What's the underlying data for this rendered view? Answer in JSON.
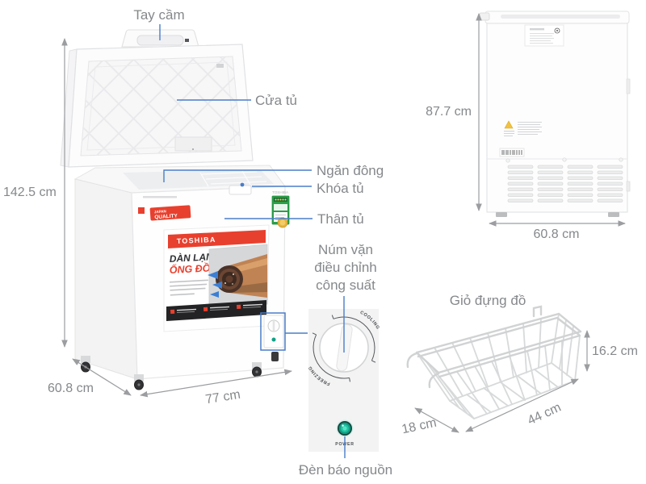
{
  "callouts": {
    "handle": "Tay cầm",
    "door": "Cửa tủ",
    "freezer_compartment": "Ngăn đông",
    "lock": "Khóa tủ",
    "cabinet_body": "Thân tủ",
    "power_knob": [
      "Núm vặn",
      "điều chỉnh",
      "công suất"
    ],
    "power_indicator": "Đèn báo nguồn",
    "basket": "Giỏ đựng đồ"
  },
  "dimensions": {
    "front": {
      "height": "142.5 cm",
      "depth": "60.8 cm",
      "width": "77 cm"
    },
    "back": {
      "height": "87.7 cm",
      "width": "60.8 cm"
    },
    "basket": {
      "height": "16.2 cm",
      "length": "44 cm",
      "depth": "18 cm"
    }
  },
  "markings": {
    "brand": "TOSHIBA",
    "brand_corner": "TOSHIBA",
    "quality_badge": [
      "JAPAN",
      "QUALITY"
    ],
    "promo_title": [
      "DÀN LẠNH",
      "ỐNG ĐỒNG"
    ],
    "dial": {
      "max": "COOLING",
      "min": "FREEZING"
    },
    "power": "POWER"
  },
  "colors": {
    "callout_line": "#4a7dc9",
    "text_gray": "#85888b",
    "dimension_gray": "#9b9da0",
    "brand_red": "#e8402e",
    "energy_green": "#2ba04a",
    "led_green": "#14b795",
    "copper": "#c08354"
  }
}
